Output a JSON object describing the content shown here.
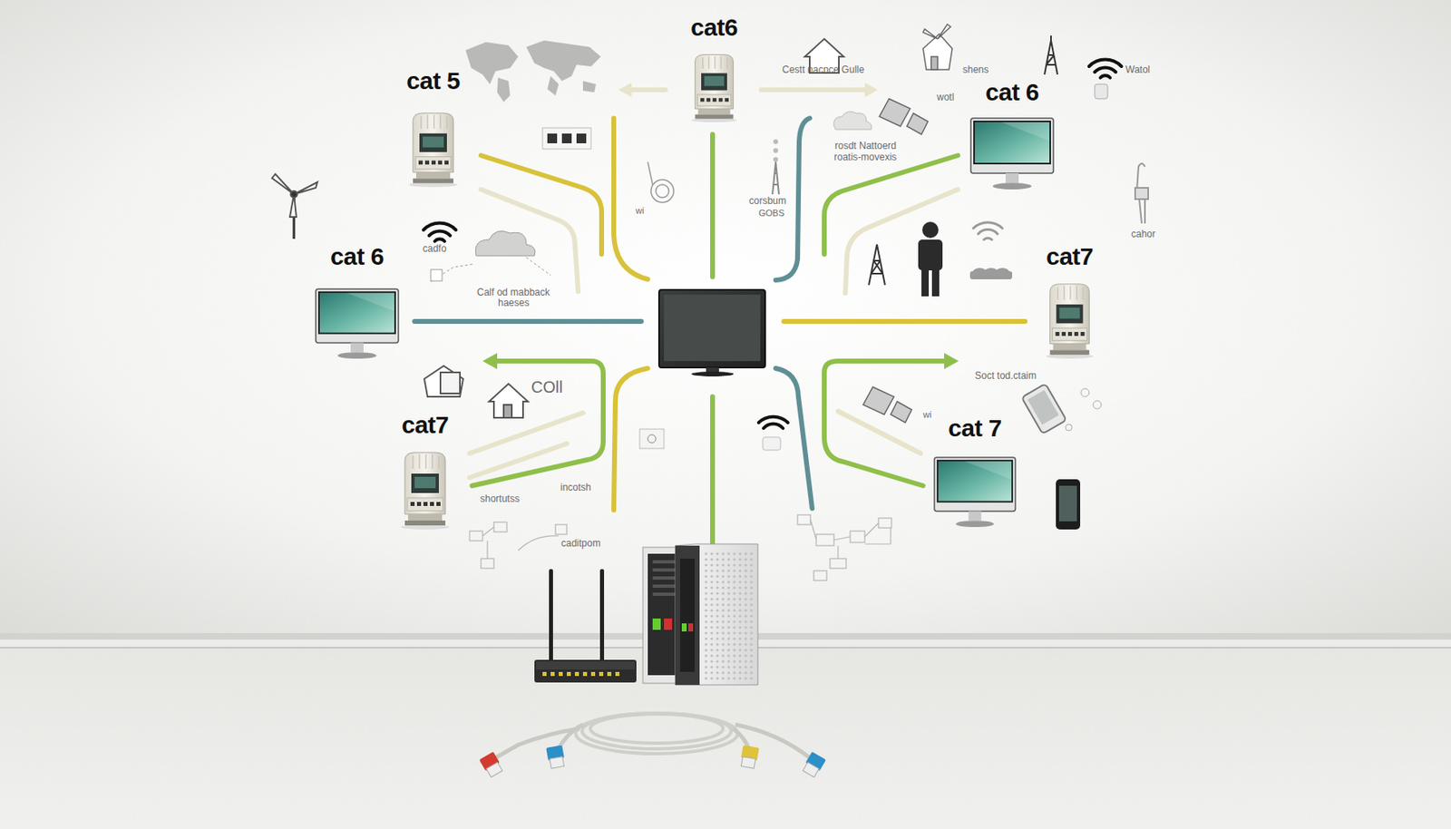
{
  "diagram": {
    "nodes": [
      {
        "text": [
          "cat6"
        ]
      },
      {
        "text": [
          "cat 5"
        ]
      },
      {
        "text": [
          "cat 6"
        ]
      },
      {
        "text": [
          "cat 6"
        ]
      },
      {
        "text": [
          "cat7"
        ]
      },
      {
        "text": [
          "cat7"
        ]
      },
      {
        "text": [
          "cat 7"
        ]
      }
    ],
    "labels": [
      "Cestt nacnce Gulle",
      "shens",
      "Watol",
      "wotl",
      "rosdt Nattoerd",
      "roatis-movexis",
      "corsbum",
      "GOBS",
      "wi",
      "cadfo",
      "Calf od mabback",
      "haeses",
      "cahor",
      "COll",
      "Soct tod.ctaim",
      "wi",
      "shortutss",
      "incotsh",
      "caditpom"
    ]
  }
}
